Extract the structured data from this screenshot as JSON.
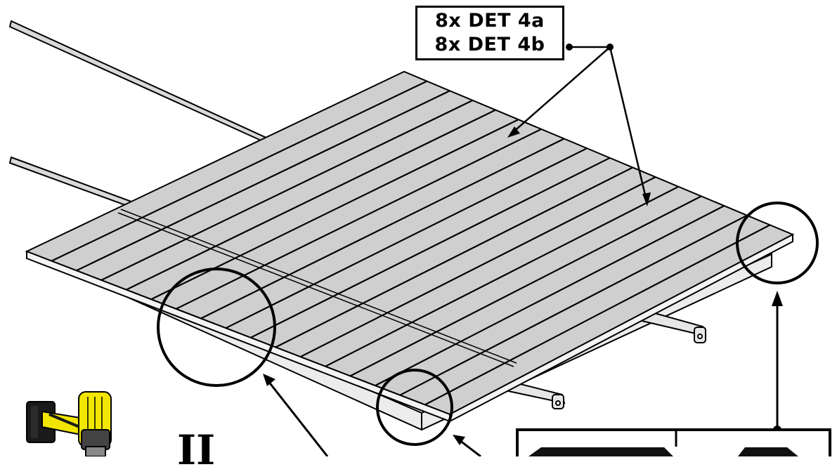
{
  "callout": {
    "lines": [
      "8x DET 4a",
      "8x DET 4b"
    ]
  },
  "partial_glyph": "II",
  "tool": {
    "icon": "cordless-drill-icon",
    "body_color": "#f2e600",
    "handle_color": "#1a1a1a"
  },
  "colors": {
    "slat_fill": "#cfcfcf",
    "frame_fill": "#ececec",
    "line": "#000000"
  }
}
